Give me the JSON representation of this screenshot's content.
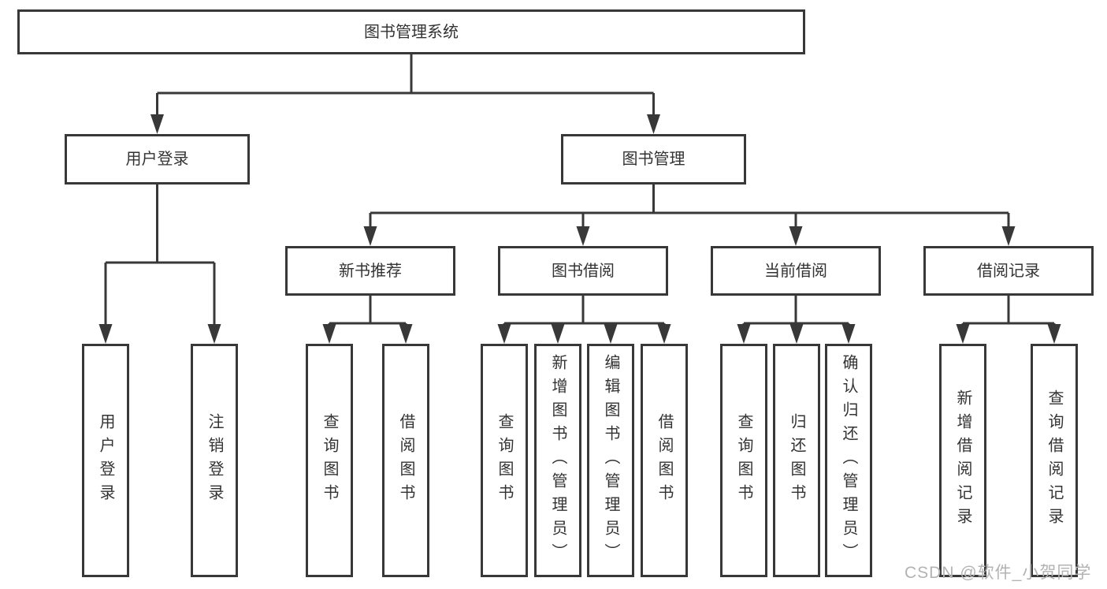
{
  "colors": {
    "line": "#383838",
    "border": "#383838",
    "text": "#333333",
    "background": "#ffffff",
    "watermark": "#b3b3b3"
  },
  "watermark": {
    "text": "CSDN @软件_小贺同学"
  },
  "tree": {
    "root": {
      "label": "图书管理系统"
    },
    "branches": [
      {
        "label": "用户登录",
        "children": [
          {
            "label": "用户登录"
          },
          {
            "label": "注销登录"
          }
        ]
      },
      {
        "label": "图书管理",
        "children": [
          {
            "label": "新书推荐",
            "children": [
              {
                "label": "查询图书"
              },
              {
                "label": "借阅图书"
              }
            ]
          },
          {
            "label": "图书借阅",
            "children": [
              {
                "label": "查询图书"
              },
              {
                "label": "新增图书（管理员）"
              },
              {
                "label": "编辑图书（管理员）"
              },
              {
                "label": "借阅图书"
              }
            ]
          },
          {
            "label": "当前借阅",
            "children": [
              {
                "label": "查询图书"
              },
              {
                "label": "归还图书"
              },
              {
                "label": "确认归还（管理员）"
              }
            ]
          },
          {
            "label": "借阅记录",
            "children": [
              {
                "label": "新增借阅记录"
              },
              {
                "label": "查询借阅记录"
              }
            ]
          }
        ]
      }
    ]
  }
}
